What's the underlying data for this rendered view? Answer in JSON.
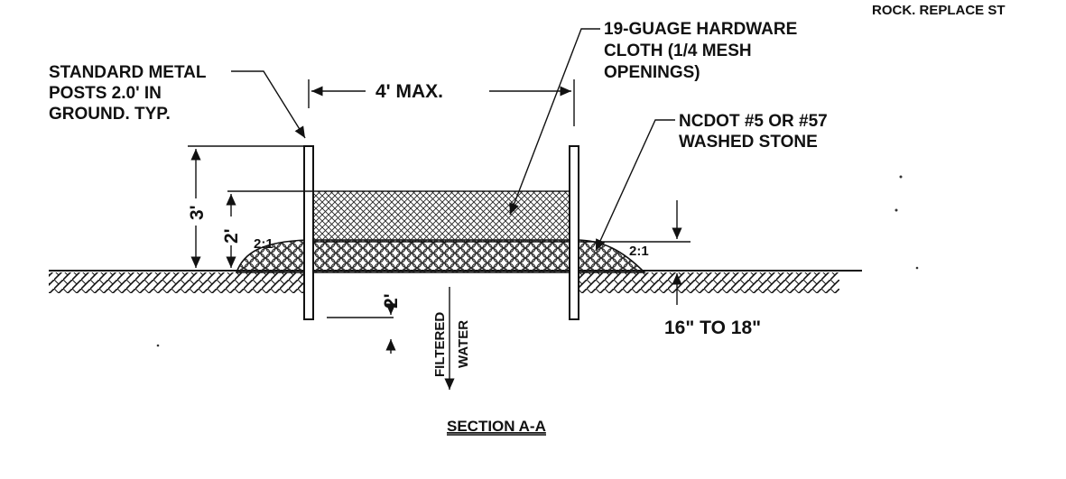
{
  "top_right_note": "ROCK. REPLACE ST",
  "label_posts": [
    "STANDARD METAL",
    "POSTS 2.0' IN",
    "GROUND. TYP."
  ],
  "label_cloth": [
    "19-GUAGE HARDWARE",
    "CLOTH (1/4 MESH",
    "OPENINGS)"
  ],
  "label_stone": [
    "NCDOT #5 OR #57",
    "WASHED STONE"
  ],
  "dim_width": "4' MAX.",
  "dim_height_post": "3'",
  "dim_height_cloth": "2'",
  "dim_embed": "2'",
  "dim_stone": "16\" TO 18\"",
  "slope_left": "2:1",
  "slope_right": "2:1",
  "flow_label": [
    "FILTERED",
    "WATER"
  ],
  "section_title": "SECTION A-A"
}
